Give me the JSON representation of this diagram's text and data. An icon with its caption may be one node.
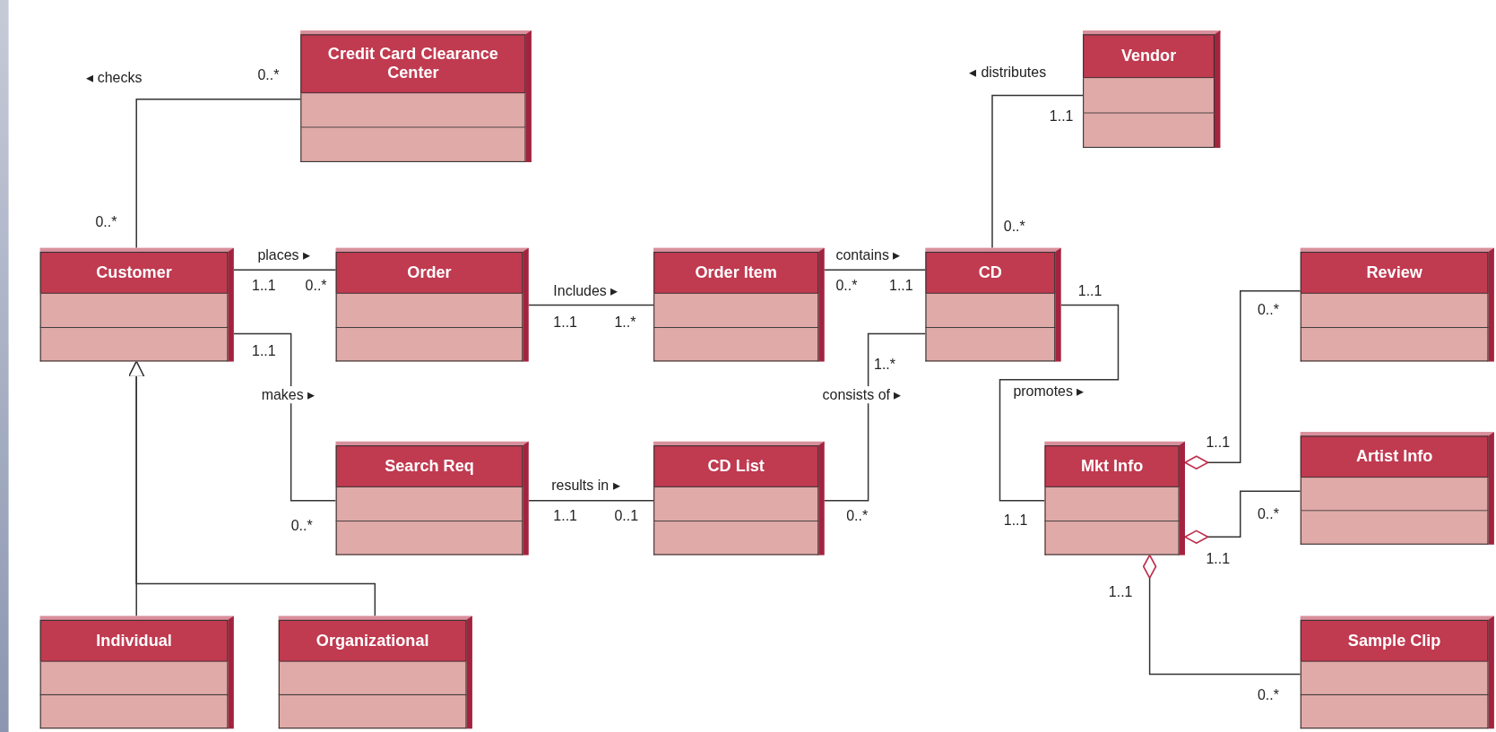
{
  "diagram": {
    "nodes": [
      {
        "text": [
          "Credit Card Clearance Center"
        ]
      },
      {
        "text": [
          "Vendor"
        ]
      },
      {
        "text": [
          "Customer"
        ]
      },
      {
        "text": [
          "Order"
        ]
      },
      {
        "text": [
          "Order Item"
        ]
      },
      {
        "text": [
          "CD"
        ]
      },
      {
        "text": [
          "Review"
        ]
      },
      {
        "text": [
          "Search Req"
        ]
      },
      {
        "text": [
          "CD List"
        ]
      },
      {
        "text": [
          "Mkt Info"
        ]
      },
      {
        "text": [
          "Artist Info"
        ]
      },
      {
        "text": [
          "Individual"
        ]
      },
      {
        "text": [
          "Organizational"
        ]
      },
      {
        "text": [
          "Sample Clip"
        ]
      }
    ],
    "edges": [
      {
        "from": 2,
        "to": 0,
        "arrow": "none",
        "label": "◂ checks"
      },
      {
        "from": 5,
        "to": 1,
        "arrow": "none",
        "label": "◂ distributes"
      },
      {
        "from": 2,
        "to": 3,
        "arrow": "none",
        "label": "places ▸"
      },
      {
        "from": 3,
        "to": 4,
        "arrow": "none",
        "label": "Includes ▸"
      },
      {
        "from": 4,
        "to": 5,
        "arrow": "none",
        "label": "contains ▸"
      },
      {
        "from": 2,
        "to": 7,
        "arrow": "none",
        "label": "makes ▸"
      },
      {
        "from": 7,
        "to": 8,
        "arrow": "none",
        "label": "results in ▸"
      },
      {
        "from": 8,
        "to": 5,
        "arrow": "none",
        "label": "consists of ▸"
      },
      {
        "from": 5,
        "to": 9,
        "arrow": "none",
        "label": "promotes ▸"
      },
      {
        "from": 9,
        "to": 6,
        "arrow": "other"
      },
      {
        "from": 9,
        "to": 10,
        "arrow": "other"
      },
      {
        "from": 9,
        "to": 13,
        "arrow": "other"
      },
      {
        "from": 11,
        "to": 2,
        "arrow": "to"
      },
      {
        "from": 12,
        "to": 2,
        "arrow": "to"
      }
    ],
    "labels": [
      "0..*",
      "1..1",
      "0..*",
      "0..*",
      "1..1",
      "0..*",
      "0..*",
      "1..1",
      "1..1",
      "1..1",
      "1..*",
      "0..*",
      "1..1",
      "1..*",
      "1..1",
      "0..*",
      "1..1",
      "0..1",
      "0..*",
      "1..1",
      "0..*",
      "1..1",
      "1..1",
      "0..*"
    ]
  }
}
